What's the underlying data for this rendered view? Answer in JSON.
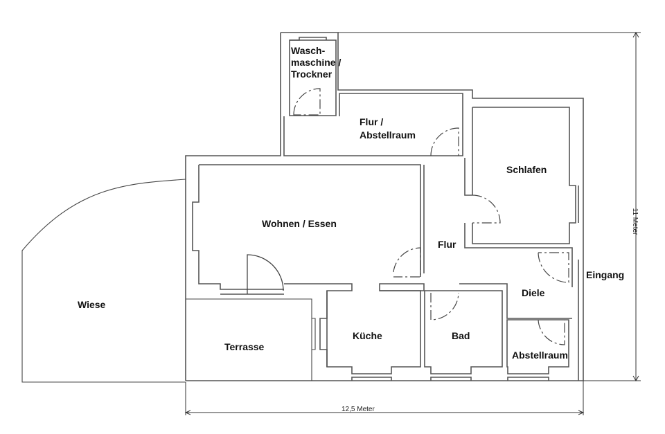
{
  "plan": {
    "rooms": {
      "waschmaschine": [
        "Wasch-",
        "maschine /",
        "Trockner"
      ],
      "flur_abstellraum": [
        "Flur /",
        "Abstellraum"
      ],
      "schlafen": "Schlafen",
      "wohnen_essen": "Wohnen / Essen",
      "flur": "Flur",
      "eingang": "Eingang",
      "diele": "Diele",
      "wiese": "Wiese",
      "terrasse": "Terrasse",
      "kueche": "Küche",
      "bad": "Bad",
      "abstellraum": "Abstellraum"
    },
    "dimensions": {
      "width_label": "12,5 Meter",
      "height_label": "11 Meter"
    },
    "colors": {
      "line": "#555555",
      "text": "#111111"
    }
  }
}
